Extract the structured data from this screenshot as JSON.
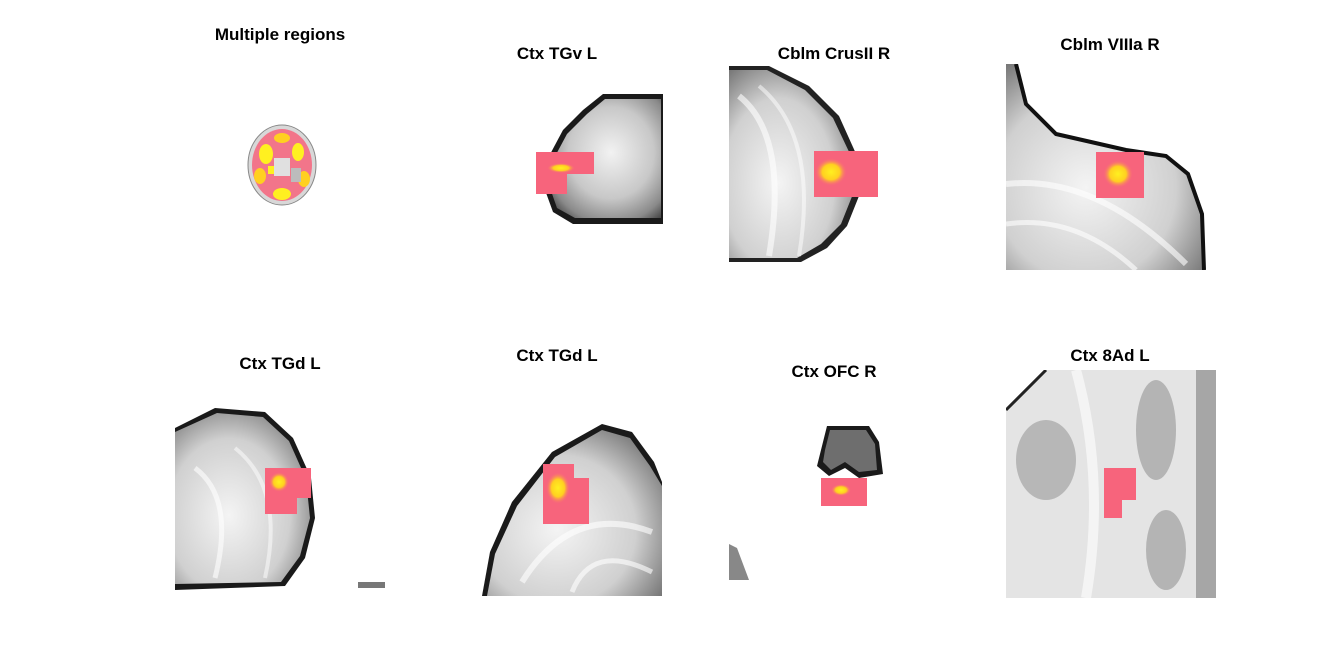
{
  "figure": {
    "panels": [
      {
        "title": "Multiple regions"
      },
      {
        "title": "Ctx TGv L"
      },
      {
        "title": "Cblm CrusII R"
      },
      {
        "title": "Cblm VIIIa R"
      },
      {
        "title": "Ctx TGd L"
      },
      {
        "title": "Ctx TGd L"
      },
      {
        "title": "Ctx OFC R"
      },
      {
        "title": "Ctx 8Ad L"
      }
    ],
    "colors": {
      "roi_fill": "#f7647c",
      "hotspot": "#fff020",
      "hotspot_mid": "#ffb030",
      "tissue_light": "#e8e8e8",
      "tissue_dark": "#3a3a3a",
      "edge": "#000000"
    }
  }
}
